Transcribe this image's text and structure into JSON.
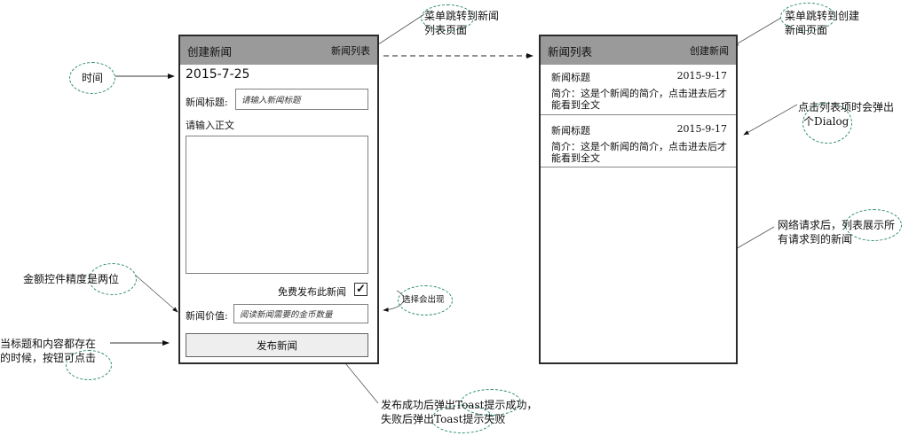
{
  "create_screen": {
    "appbar": {
      "title": "创建新闻",
      "menu": "新闻列表"
    },
    "date": "2015-7-25",
    "title_field": {
      "label": "新闻标题:",
      "placeholder": "请输入新闻标题"
    },
    "body_label": "请输入正文",
    "free_publish": {
      "label": "免费发布此新闻",
      "checked": true,
      "check_glyph": "✓"
    },
    "price_field": {
      "label": "新闻价值:",
      "placeholder": "阅读新闻需要的金币数量"
    },
    "publish_button": "发布新闻"
  },
  "list_screen": {
    "appbar": {
      "title": "新闻列表",
      "menu": "创建新闻"
    },
    "items": [
      {
        "title": "新闻标题",
        "date": "2015-9-17",
        "summary": "简介：这是个新闻的简介，点击进去后才能看到全文"
      },
      {
        "title": "新闻标题",
        "date": "2015-9-17",
        "summary": "简介：这是个新闻的简介，点击进去后才能看到全文"
      }
    ]
  },
  "annotations": {
    "time": "时间",
    "menu_to_list": [
      "菜单跳转到新闻",
      "列表页面"
    ],
    "menu_to_create": [
      "菜单跳转到创建",
      "新闻页面"
    ],
    "click_dialog": [
      "点击列表项时会弹出",
      "个Dialog"
    ],
    "network": [
      "网络请求后，列表展示所",
      "有请求到的新闻"
    ],
    "amount_precision": "金额控件精度是两位",
    "button_enabled": [
      "当标题和内容都存在",
      "的时候，按钮可点击"
    ],
    "choice_appears": "选择会出现",
    "toast": [
      "发布成功后弹出Toast提示成功，",
      "失败后弹出Toast提示失败"
    ]
  },
  "colors": {
    "appbar": "#9a9a9a",
    "ellipse": "#2e8b76",
    "frame": "#2b2b2b",
    "button": "#eeeeee"
  }
}
